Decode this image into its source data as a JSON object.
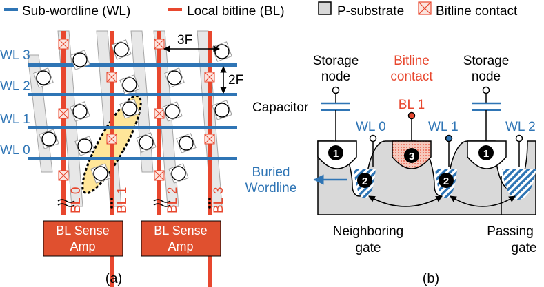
{
  "legend": {
    "wordline": "Sub-wordline (WL)",
    "bitline": "Local bitline (BL)",
    "substrate": "P-substrate",
    "contact": "Bitline contact"
  },
  "panel_a": {
    "wordlines": [
      "WL 0",
      "WL 1",
      "WL 2",
      "WL 3"
    ],
    "bitlines": [
      "BL 0",
      "BL 1",
      "BL 2",
      "BL 3"
    ],
    "pitch_horizontal": "3F",
    "pitch_vertical": "2F",
    "sense_amps": [
      {
        "line1": "BL Sense",
        "line2": "Amp"
      },
      {
        "line1": "BL Sense",
        "line2": "Amp"
      }
    ],
    "caption": "(a)"
  },
  "panel_b": {
    "storage_left": {
      "line1": "Storage",
      "line2": "node"
    },
    "storage_right": {
      "line1": "Storage",
      "line2": "node"
    },
    "contact_label": {
      "line1": "Bitline",
      "line2": "contact"
    },
    "bl1": "BL 1",
    "capacitor": "Capacitor",
    "wl0": "WL 0",
    "wl1": "WL 1",
    "wl2": "WL 2",
    "buried": {
      "line1": "Buried",
      "line2": "Wordline"
    },
    "badges": [
      "1",
      "2",
      "3",
      "2",
      "1"
    ],
    "neighboring": {
      "line1": "Neighboring",
      "line2": "gate"
    },
    "passing": {
      "line1": "Passing",
      "line2": "gate"
    },
    "caption": "(b)"
  },
  "colors": {
    "wordline": "#2f75b5",
    "bitline": "#e8472e",
    "contact_text": "#e8472e",
    "substrate": "#d9d9d9",
    "highlight": "#ffe699",
    "amp": "#e0502f"
  }
}
